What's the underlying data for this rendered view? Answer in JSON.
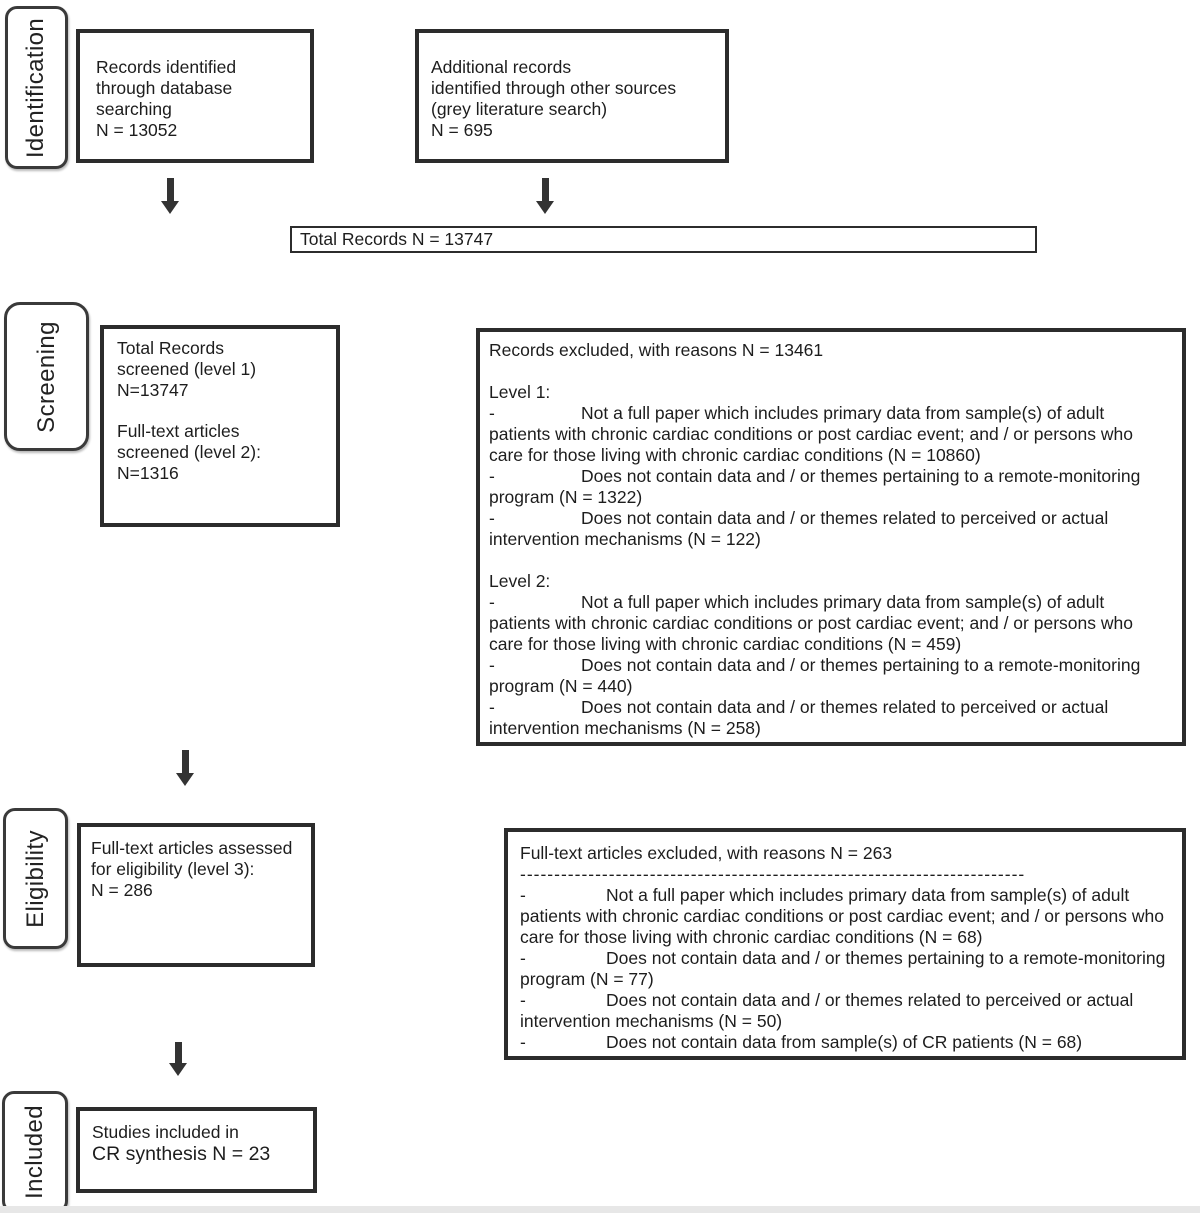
{
  "stages": {
    "identification": {
      "label": "Identification"
    },
    "screening": {
      "label": "Screening"
    },
    "eligibility": {
      "label": "Eligibility"
    },
    "included": {
      "label": "Included"
    }
  },
  "bullets": {
    "dash": "-"
  },
  "identification": {
    "database_box": {
      "lines": [
        "Records identified",
        "through database",
        "searching",
        "N = 13052"
      ]
    },
    "other_sources_box": {
      "lines": [
        "Additional records",
        "identified through other sources",
        "(grey literature search)",
        "N = 695"
      ]
    },
    "total_bar": {
      "text": "Total Records N = 13747"
    }
  },
  "screening": {
    "screened_box": {
      "stanza1": [
        "Total Records",
        "screened (level 1)",
        "N=13747"
      ],
      "stanza2": [
        "Full-text articles",
        "screened (level 2):",
        "N=1316"
      ]
    },
    "excluded_box": {
      "title": "Records excluded, with reasons N = 13461",
      "level1_heading": "Level 1:",
      "level1_items": [
        "Not a full paper which includes primary data from sample(s) of adult patients with chronic cardiac conditions or post cardiac event; and / or persons who care for those living with chronic cardiac conditions (N = 10860)",
        "Does not contain data and / or themes pertaining to a remote-monitoring program (N = 1322)",
        "Does not contain data and / or themes related to perceived or actual intervention mechanisms (N = 122)"
      ],
      "level2_heading": "Level 2:",
      "level2_items": [
        "Not a full paper which includes primary data from sample(s) of adult patients with chronic cardiac conditions or post cardiac event; and / or persons who care for those living with chronic cardiac conditions (N = 459)",
        "Does not contain data and / or themes pertaining to a remote-monitoring program (N = 440)",
        "Does not contain data and / or themes related to perceived or actual intervention mechanisms (N = 258)"
      ]
    }
  },
  "eligibility": {
    "assessed_box": {
      "lines": [
        "Full-text articles assessed",
        "for eligibility (level 3):",
        "N = 286"
      ]
    },
    "excluded_box": {
      "title": "Full-text articles excluded, with reasons N = 263",
      "divider": "--------------------------------------------------------------------------",
      "items": [
        "Not a full paper which includes primary data from sample(s) of adult patients with chronic cardiac conditions or post cardiac event; and / or persons who care for those living with chronic cardiac conditions (N = 68)",
        "Does not contain data and / or themes pertaining to a remote-monitoring program (N = 77)",
        "Does not contain data and / or themes related to perceived or actual intervention mechanisms (N = 50)",
        "Does not contain data from sample(s) of CR patients (N = 68)"
      ]
    }
  },
  "included": {
    "included_box": {
      "line1": "Studies included in",
      "line2": "CR synthesis N = 23"
    }
  }
}
